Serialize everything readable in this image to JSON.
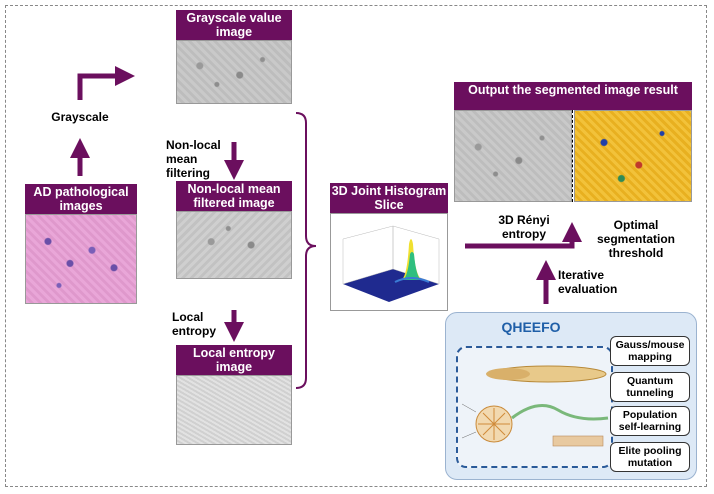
{
  "boxes": {
    "ad": "AD pathological images",
    "grayscale_img": "Grayscale value image",
    "nlm": "Non-local mean filtered image",
    "entropy_img": "Local entropy image",
    "hist": "3D Joint Histogram Slice",
    "output": "Output the segmented image result"
  },
  "labels": {
    "grayscale": "Grayscale",
    "nlm_filtering": "Non-local mean filtering",
    "local_entropy": "Local entropy",
    "renyi": "3D Rényi entropy",
    "optimal": "Optimal segmentation threshold",
    "iterative": "Iterative evaluation"
  },
  "qheefo": {
    "title": "QHEEFO",
    "ops": [
      "Gauss/mouse mapping",
      "Quantum tunneling",
      "Population self-learning",
      "Elite pooling mutation"
    ]
  },
  "colors": {
    "arrow": "#6b0f5e",
    "header": "#6b0f5e",
    "panel": "#dde9f6",
    "qtitle": "#1f5fa8"
  }
}
